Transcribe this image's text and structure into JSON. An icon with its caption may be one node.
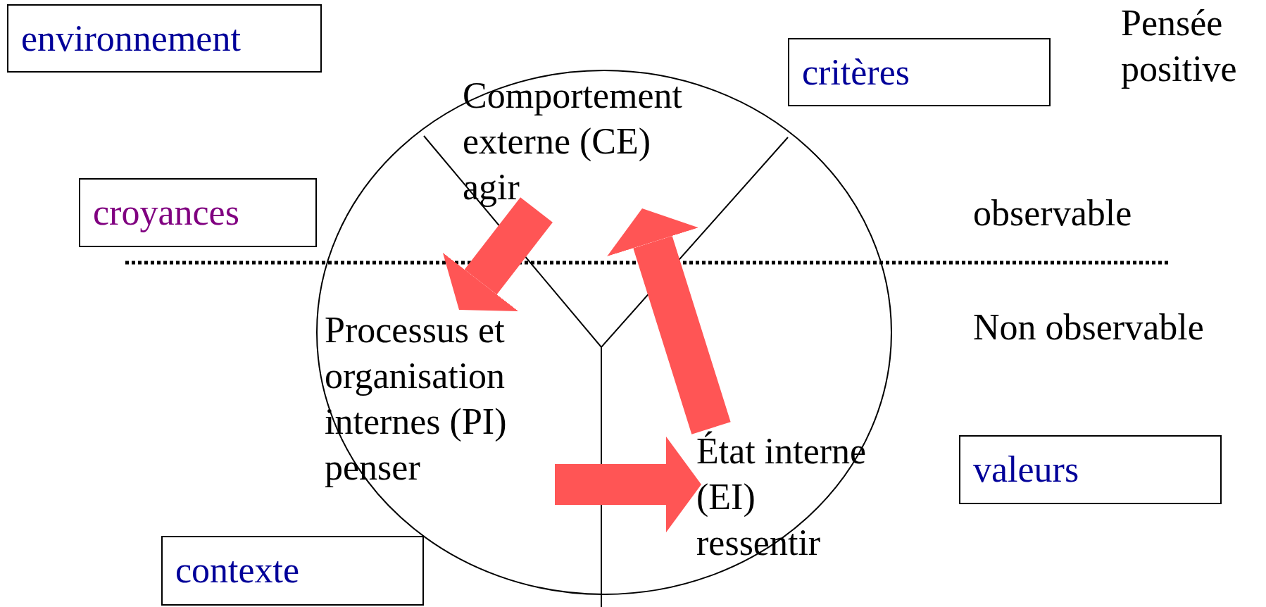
{
  "diagram": {
    "nodes": [
      {
        "text": [
          "environnement"
        ]
      },
      {
        "text": [],
        "shape": "circle"
      },
      {
        "text": [
          "Comportement externe (CE) agir"
        ],
        "in": 1
      },
      {
        "text": [
          "critères"
        ]
      },
      {
        "text": [
          "croyances"
        ]
      },
      {
        "text": [
          "Processus et organisation internes (PI) penser"
        ],
        "in": 1
      },
      {
        "text": [
          "État interne (EI) ressentir"
        ],
        "in": 1
      },
      {
        "text": [
          "valeurs"
        ]
      },
      {
        "text": [
          "contexte"
        ]
      }
    ],
    "edges": [
      {
        "from": 2,
        "to": 5,
        "arrow": "to"
      },
      {
        "from": 6,
        "to": 2,
        "arrow": "to"
      },
      {
        "from": 5,
        "to": 6,
        "arrow": "to"
      }
    ],
    "labels": [
      "Pensée positive",
      "observable",
      "Non observable"
    ]
  }
}
